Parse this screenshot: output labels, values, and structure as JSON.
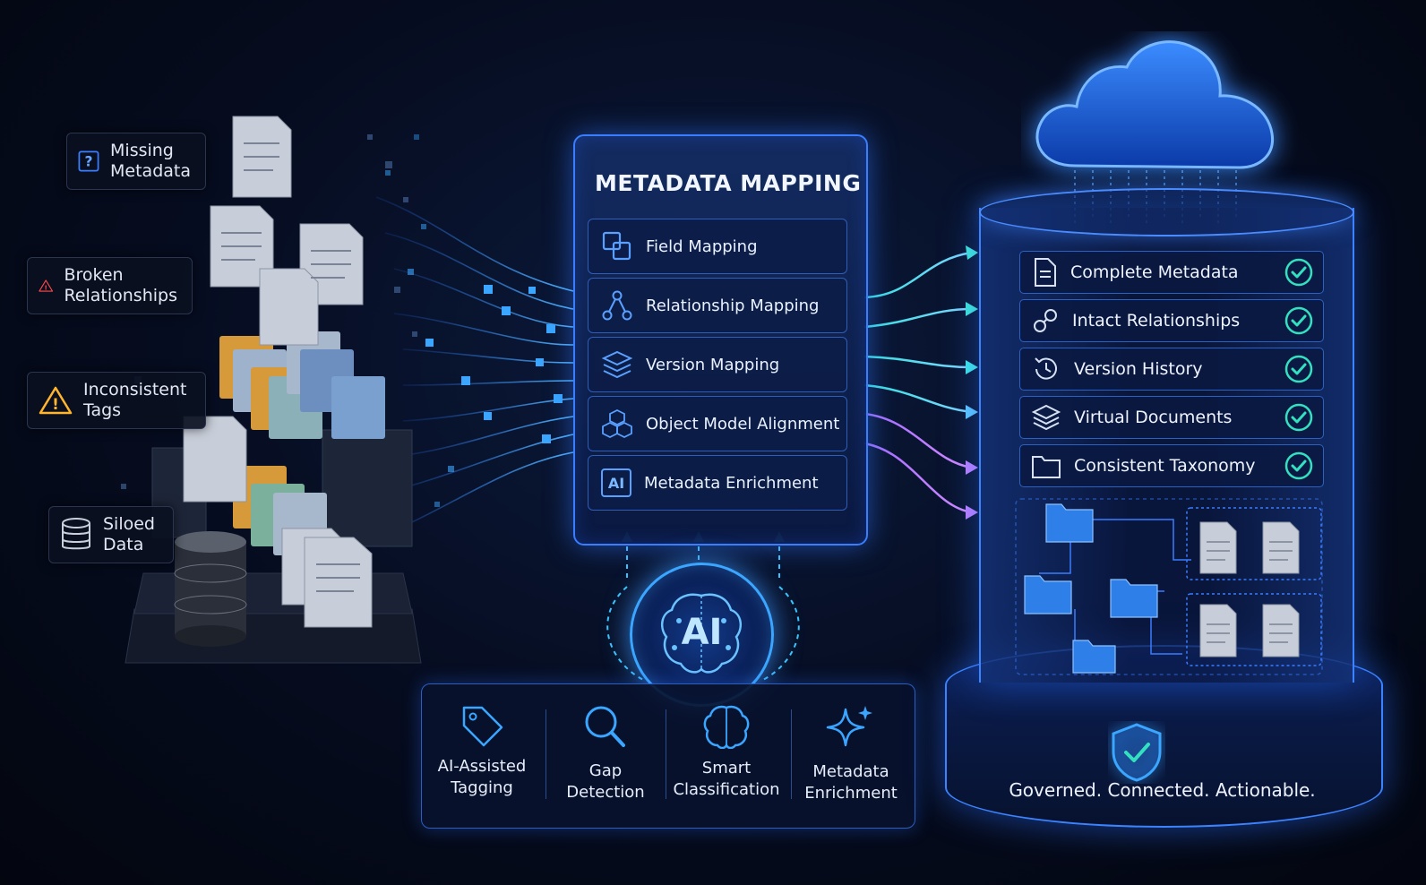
{
  "issues": [
    {
      "label": "Missing\nMetadata",
      "icon": "question-icon"
    },
    {
      "label": "Broken\nRelationships",
      "icon": "warning-icon"
    },
    {
      "label": "Inconsistent\nTags",
      "icon": "warning-icon"
    },
    {
      "label": "Siloed\nData",
      "icon": "database-icon"
    }
  ],
  "mapping": {
    "title": "METADATA MAPPING",
    "items": [
      {
        "label": "Field Mapping",
        "icon": "field-mapping-icon"
      },
      {
        "label": "Relationship Mapping",
        "icon": "relationship-icon"
      },
      {
        "label": "Version Mapping",
        "icon": "layers-icon"
      },
      {
        "label": "Object Model Alignment",
        "icon": "cubes-icon"
      },
      {
        "label": "Metadata Enrichment",
        "icon": "ai-badge-icon"
      }
    ],
    "badge_text": "AI"
  },
  "ai_hub": {
    "label": "AI"
  },
  "ai_tools": [
    {
      "label": "AI-Assisted\nTagging",
      "icon": "tag-icon"
    },
    {
      "label": "Gap\nDetection",
      "icon": "magnifier-icon"
    },
    {
      "label": "Smart\nClassification",
      "icon": "brain-icon"
    },
    {
      "label": "Metadata\nEnrichment",
      "icon": "sparkle-icon"
    }
  ],
  "results": [
    {
      "label": "Complete Metadata",
      "icon": "document-icon"
    },
    {
      "label": "Intact Relationships",
      "icon": "link-icon"
    },
    {
      "label": "Version History",
      "icon": "history-icon"
    },
    {
      "label": "Virtual Documents",
      "icon": "layers-icon"
    },
    {
      "label": "Consistent Taxonomy",
      "icon": "folder-icon"
    }
  ],
  "tagline": "Governed. Connected. Actionable.",
  "colors": {
    "accent": "#3a7dff",
    "check": "#33e0c0",
    "warning": "#ff4a4a",
    "caution": "#ffb62e"
  }
}
